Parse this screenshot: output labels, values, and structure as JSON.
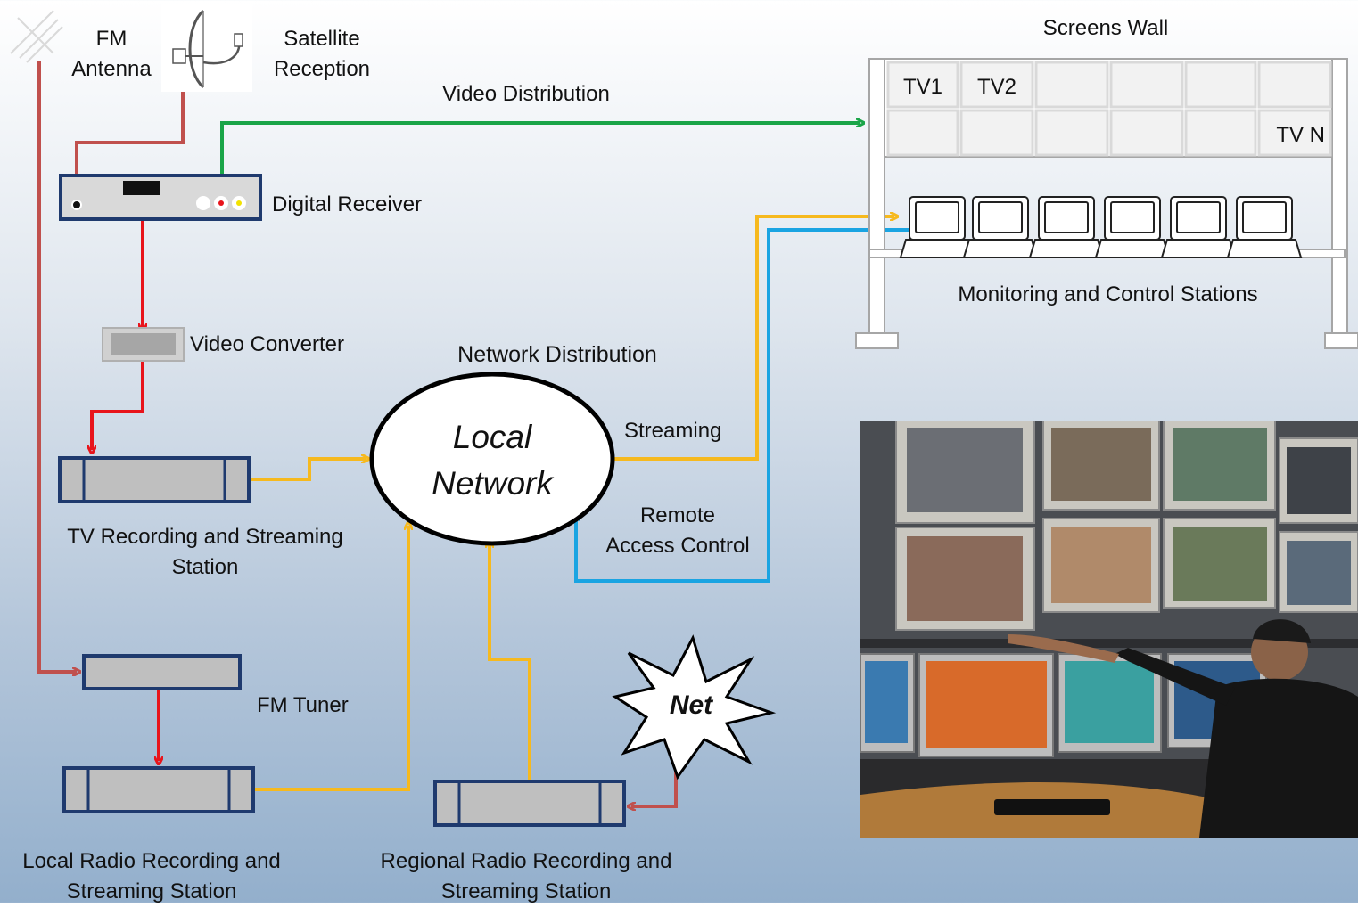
{
  "labels": {
    "fm_antenna": "FM\nAntenna",
    "satellite": "Satellite\nReception",
    "video_distribution": "Video Distribution",
    "digital_receiver": "Digital Receiver",
    "video_converter": "Video Converter",
    "tv_station": "TV  Recording and Streaming\nStation",
    "network_distribution": "Network  Distribution",
    "local_network": "Local\nNetwork",
    "streaming": "Streaming",
    "remote_access": "Remote\nAccess Control",
    "fm_tuner": "FM Tuner",
    "local_radio": "Local Radio Recording and\nStreaming  Station",
    "regional_radio": "Regional Radio Recording and\nStreaming  Station",
    "net": "Net",
    "screens_wall": "Screens Wall",
    "tv1": "TV1",
    "tv2": "TV2",
    "tvn": "TV N",
    "monitoring": "Monitoring and Control Stations"
  },
  "colors": {
    "red": "#e8141b",
    "dark_red": "#c0504d",
    "green": "#1aa548",
    "gold": "#f6b91e",
    "blue": "#1aa4e2",
    "device_border": "#1f3a6e",
    "device_fill": "#bfbfbf"
  },
  "photo": {
    "description_icon": "control-room-photo"
  }
}
